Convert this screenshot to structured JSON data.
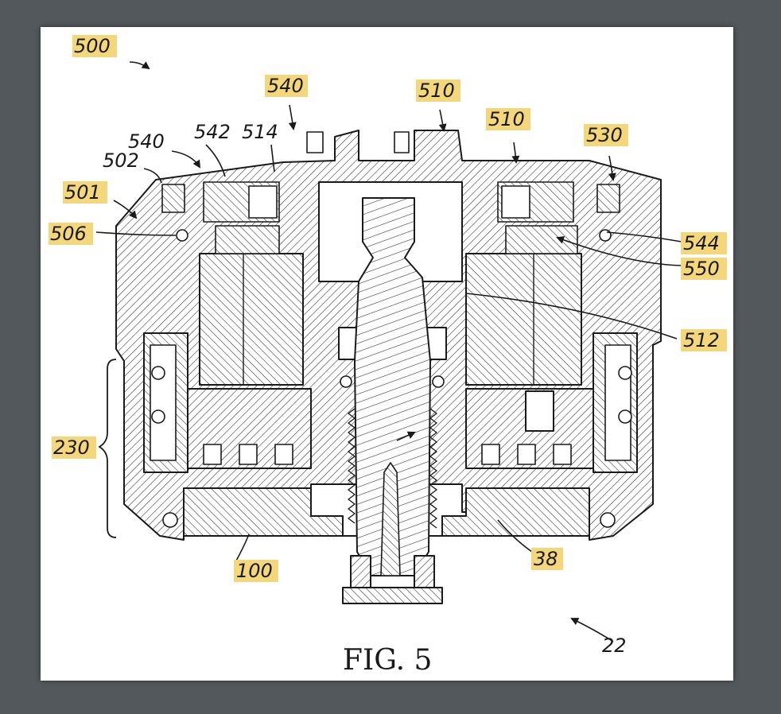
{
  "figure": {
    "caption": "FIG. 5",
    "highlight_color": "#f3d77a",
    "line_color": "#1a1a1a",
    "labels": [
      {
        "id": "500",
        "text": "500",
        "highlighted": true
      },
      {
        "id": "540a",
        "text": "540",
        "highlighted": true
      },
      {
        "id": "510a",
        "text": "510",
        "highlighted": true
      },
      {
        "id": "510b",
        "text": "510",
        "highlighted": true
      },
      {
        "id": "530",
        "text": "530",
        "highlighted": true
      },
      {
        "id": "540b",
        "text": "540",
        "highlighted": false
      },
      {
        "id": "542",
        "text": "542",
        "highlighted": false
      },
      {
        "id": "514",
        "text": "514",
        "highlighted": false
      },
      {
        "id": "502",
        "text": "502",
        "highlighted": false
      },
      {
        "id": "501",
        "text": "501",
        "highlighted": true
      },
      {
        "id": "506",
        "text": "506",
        "highlighted": true
      },
      {
        "id": "544",
        "text": "544",
        "highlighted": true
      },
      {
        "id": "550",
        "text": "550",
        "highlighted": true
      },
      {
        "id": "512",
        "text": "512",
        "highlighted": true
      },
      {
        "id": "230",
        "text": "230",
        "highlighted": true
      },
      {
        "id": "100",
        "text": "100",
        "highlighted": true
      },
      {
        "id": "38",
        "text": "38",
        "highlighted": true
      },
      {
        "id": "22",
        "text": "22",
        "highlighted": false
      }
    ]
  }
}
